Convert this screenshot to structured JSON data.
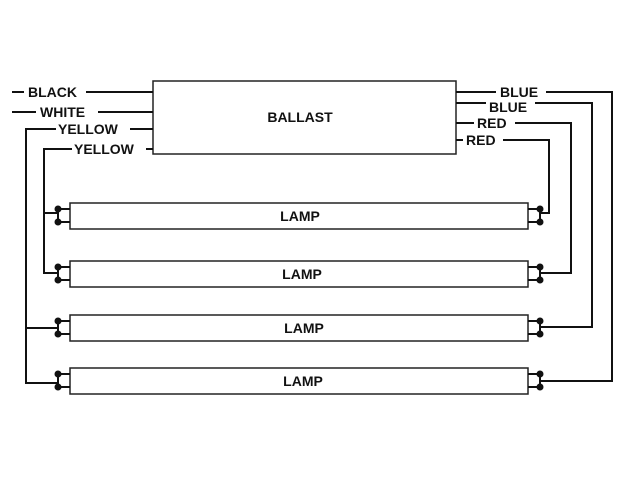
{
  "ballast": {
    "label": "BALLAST"
  },
  "left_wires": [
    {
      "label": "BLACK"
    },
    {
      "label": "WHITE"
    },
    {
      "label": "YELLOW"
    },
    {
      "label": "YELLOW"
    }
  ],
  "right_wires": [
    {
      "label": "BLUE"
    },
    {
      "label": "BLUE"
    },
    {
      "label": "RED"
    },
    {
      "label": "RED"
    }
  ],
  "lamps": [
    {
      "label": "LAMP"
    },
    {
      "label": "LAMP"
    },
    {
      "label": "LAMP"
    },
    {
      "label": "LAMP"
    }
  ]
}
